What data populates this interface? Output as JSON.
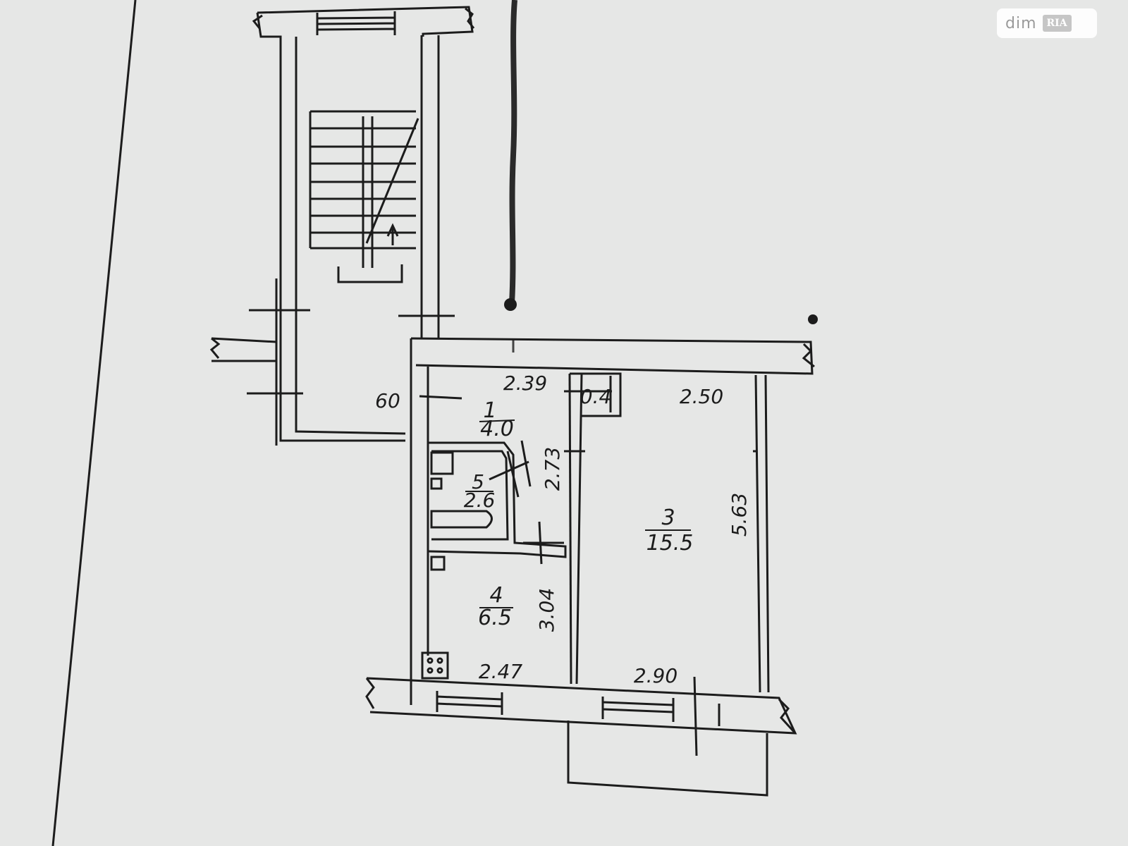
{
  "watermark": {
    "text": "dim",
    "badge": "RIA"
  },
  "rooms": [
    {
      "id": "1",
      "area": "4.0"
    },
    {
      "id": "5",
      "area": "2.6"
    },
    {
      "id": "3",
      "area": "15.5"
    },
    {
      "id": "4",
      "area": "6.5"
    }
  ],
  "dimensions": {
    "top_left": "2.39",
    "top_right": "2.50",
    "closet": "0.4",
    "hall_side": "2.73",
    "room3_side": "5.63",
    "kitchen_side": "3.04",
    "bottom_left": "2.47",
    "bottom_right": "2.90",
    "left_side": "60"
  },
  "colors": {
    "paper": "#e6e7e6",
    "ink": "#1c1c1c"
  }
}
